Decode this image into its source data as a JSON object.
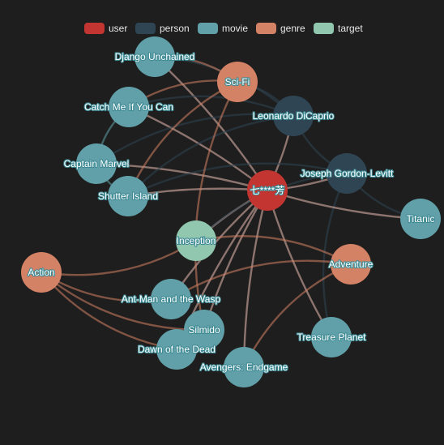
{
  "legend": [
    {
      "category": "user",
      "label": "user",
      "color": "#c23531"
    },
    {
      "category": "person",
      "label": "person",
      "color": "#2f4554"
    },
    {
      "category": "movie",
      "label": "movie",
      "color": "#61a0a8"
    },
    {
      "category": "genre",
      "label": "genre",
      "color": "#d48265"
    },
    {
      "category": "target",
      "label": "target",
      "color": "#91c7ae"
    }
  ],
  "nodes": [
    {
      "id": "user",
      "label": "七****芳",
      "category": "user"
    },
    {
      "id": "leo",
      "label": "Leonardo DiCaprio",
      "category": "person"
    },
    {
      "id": "jgl",
      "label": "Joseph Gordon-Levitt",
      "category": "person"
    },
    {
      "id": "django",
      "label": "Django Unchained",
      "category": "movie"
    },
    {
      "id": "catchme",
      "label": "Catch Me If You Can",
      "category": "movie"
    },
    {
      "id": "captain",
      "label": "Captain Marvel",
      "category": "movie"
    },
    {
      "id": "shutter",
      "label": "Shutter Island",
      "category": "movie"
    },
    {
      "id": "titanic",
      "label": "Titanic",
      "category": "movie"
    },
    {
      "id": "antman",
      "label": "Ant-Man and the Wasp",
      "category": "movie"
    },
    {
      "id": "silmido",
      "label": "Silmido",
      "category": "movie"
    },
    {
      "id": "dawn",
      "label": "Dawn of the Dead",
      "category": "movie"
    },
    {
      "id": "avengers",
      "label": "Avengers: Endgame",
      "category": "movie"
    },
    {
      "id": "treasure",
      "label": "Treasure Planet",
      "category": "movie"
    },
    {
      "id": "scifi",
      "label": "Sci-Fi",
      "category": "genre"
    },
    {
      "id": "action",
      "label": "Action",
      "category": "genre"
    },
    {
      "id": "adventure",
      "label": "Adventure",
      "category": "genre"
    },
    {
      "id": "inception",
      "label": "Inception",
      "category": "target"
    }
  ],
  "links": [
    {
      "source": "user",
      "target": "leo"
    },
    {
      "source": "user",
      "target": "jgl"
    },
    {
      "source": "user",
      "target": "inception"
    },
    {
      "source": "user",
      "target": "shutter"
    },
    {
      "source": "user",
      "target": "captain"
    },
    {
      "source": "user",
      "target": "catchme"
    },
    {
      "source": "user",
      "target": "django"
    },
    {
      "source": "user",
      "target": "treasure"
    },
    {
      "source": "user",
      "target": "antman"
    },
    {
      "source": "user",
      "target": "silmido"
    },
    {
      "source": "user",
      "target": "dawn"
    },
    {
      "source": "user",
      "target": "avengers"
    },
    {
      "source": "leo",
      "target": "catchme"
    },
    {
      "source": "leo",
      "target": "django"
    },
    {
      "source": "leo",
      "target": "shutter"
    },
    {
      "source": "leo",
      "target": "jgl"
    },
    {
      "source": "leo",
      "target": "captain"
    },
    {
      "source": "leo",
      "target": "scifi"
    },
    {
      "source": "jgl",
      "target": "titanic"
    },
    {
      "source": "jgl",
      "target": "treasure"
    },
    {
      "source": "jgl",
      "target": "inception"
    },
    {
      "source": "jgl",
      "target": "shutter"
    },
    {
      "source": "user",
      "target": "titanic"
    },
    {
      "source": "scifi",
      "target": "django"
    },
    {
      "source": "scifi",
      "target": "catchme"
    },
    {
      "source": "scifi",
      "target": "shutter"
    },
    {
      "source": "scifi",
      "target": "silmido"
    },
    {
      "source": "action",
      "target": "inception"
    },
    {
      "source": "action",
      "target": "antman"
    },
    {
      "source": "action",
      "target": "dawn"
    },
    {
      "source": "action",
      "target": "silmido"
    },
    {
      "source": "adventure",
      "target": "inception"
    },
    {
      "source": "adventure",
      "target": "antman"
    },
    {
      "source": "adventure",
      "target": "avengers"
    },
    {
      "source": "catchme",
      "target": "captain"
    },
    {
      "source": "captain",
      "target": "shutter"
    }
  ]
}
